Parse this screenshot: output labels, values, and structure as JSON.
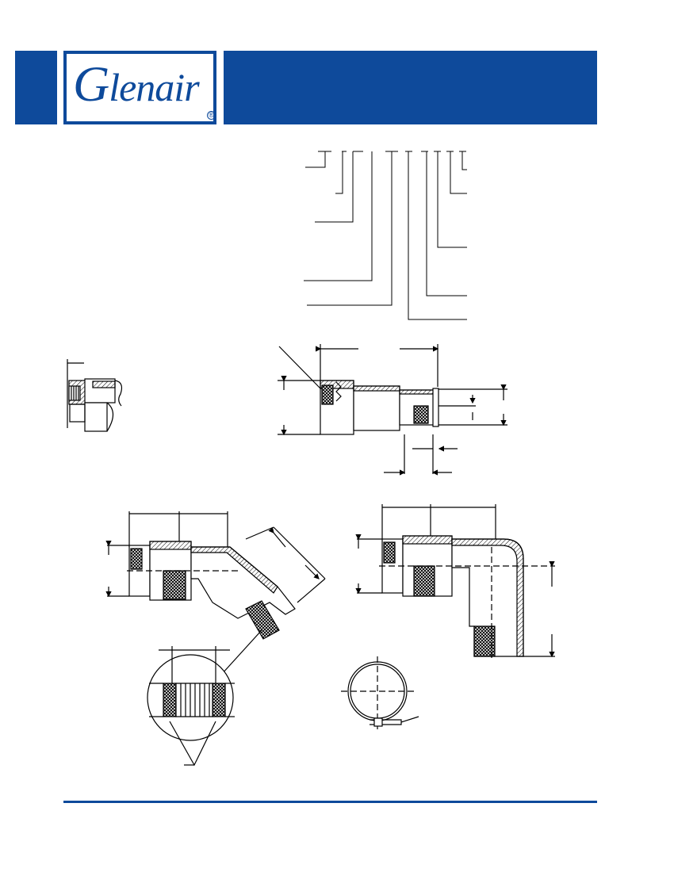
{
  "brand": {
    "name": "Glenair",
    "logo_icon": "glenair-logo",
    "registered_mark": "®",
    "primary_color": "#0e4a9b"
  },
  "drawings": [
    "part-number-callout-diagram",
    "detail-a-partial-section",
    "straight-backshell-section",
    "45-degree-backshell-section",
    "band-termination-detail-circle",
    "90-degree-backshell-section",
    "band-strap-end-view"
  ]
}
